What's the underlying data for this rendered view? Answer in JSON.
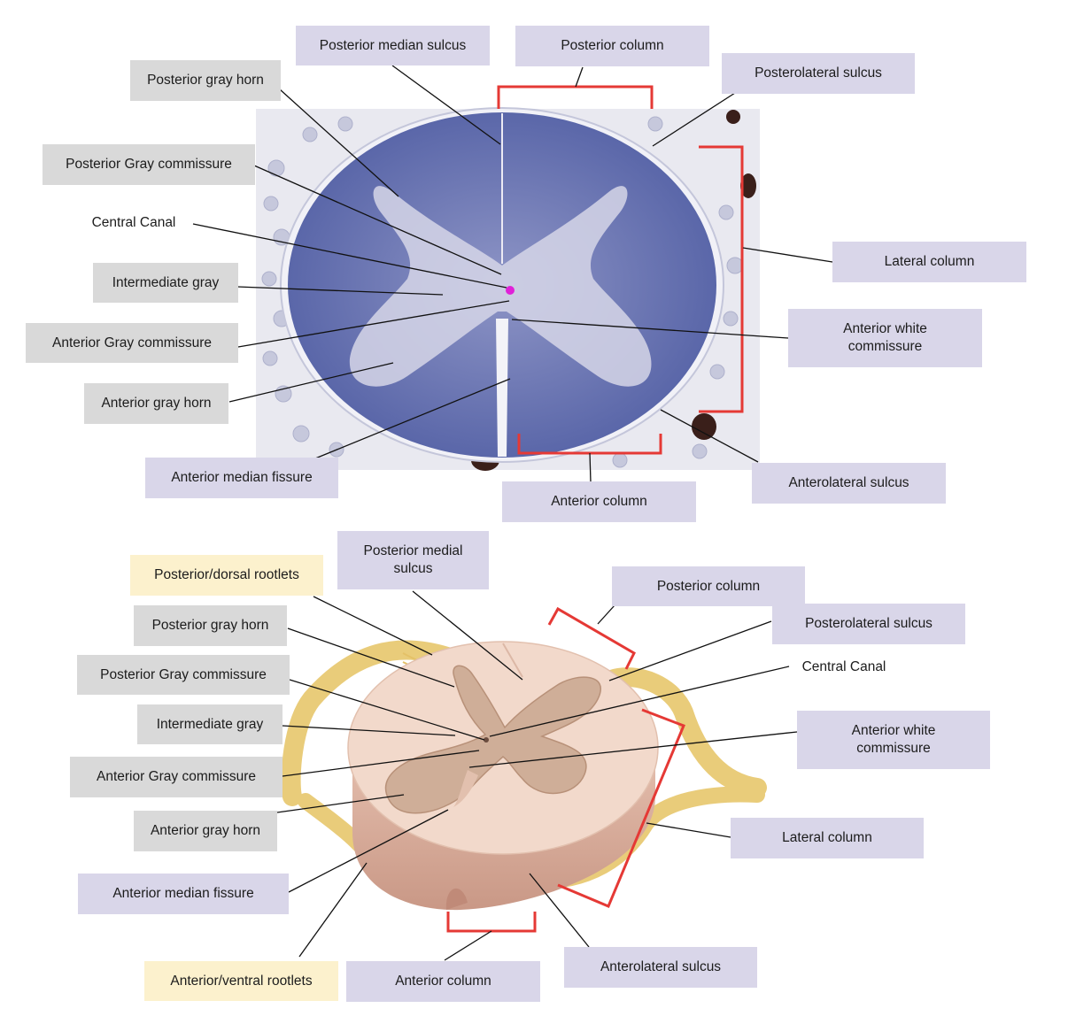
{
  "colors": {
    "label_lavender": "#d9d6e9",
    "label_gray": "#d9d9d9",
    "label_yellow": "#fcf1cd",
    "bracket_red": "#e53935",
    "stain_blue": "#5b68aa",
    "tissue_pink": "#f1d5c6",
    "gray_matter_tan": "#cfae98",
    "rootlet_yellow": "#e9cc7a"
  },
  "micrograph": {
    "labels": {
      "posterior_median_sulcus": "Posterior median sulcus",
      "posterior_column": "Posterior column",
      "posterolateral_sulcus": "Posterolateral sulcus",
      "posterior_gray_horn": "Posterior gray horn",
      "posterior_gray_commissure": "Posterior Gray commissure",
      "central_canal": "Central Canal",
      "intermediate_gray": "Intermediate gray",
      "lateral_column": "Lateral column",
      "anterior_white_commissure": "Anterior white commissure",
      "anterior_gray_commissure": "Anterior Gray commissure",
      "anterior_gray_horn": "Anterior gray horn",
      "anterior_median_fissure": "Anterior median fissure",
      "anterior_column": "Anterior column",
      "anterolateral_sulcus": "Anterolateral sulcus"
    }
  },
  "illustration": {
    "labels": {
      "posterior_dorsal_rootlets": "Posterior/dorsal rootlets",
      "posterior_medial_sulcus": "Posterior medial sulcus",
      "posterior_column": "Posterior column",
      "posterior_gray_horn": "Posterior gray horn",
      "posterolateral_sulcus": "Posterolateral sulcus",
      "central_canal": "Central Canal",
      "posterior_gray_commissure": "Posterior Gray commissure",
      "anterior_white_commissure": "Anterior white commissure",
      "intermediate_gray": "Intermediate gray",
      "anterior_gray_commissure": "Anterior Gray commissure",
      "anterior_gray_horn": "Anterior gray horn",
      "lateral_column": "Lateral column",
      "anterior_median_fissure": "Anterior median fissure",
      "anterior_ventral_rootlets": "Anterior/ventral rootlets",
      "anterior_column": "Anterior column",
      "anterolateral_sulcus": "Anterolateral sulcus"
    }
  }
}
